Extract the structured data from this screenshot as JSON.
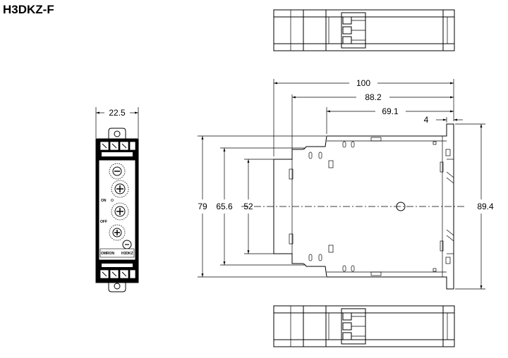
{
  "title": "H3DKZ-F",
  "dimensions": {
    "overall_depth": "100",
    "depth_88": "88.2",
    "depth_69": "69.1",
    "rail_offset": "4",
    "front_width": "22.5",
    "height_79": "79",
    "height_65": "65.6",
    "height_52": "52",
    "overall_height": "89.4"
  },
  "front_labels": {
    "on_label": "ON",
    "off_label": "OFF",
    "brand": "OMRON",
    "model": "H3DKZ"
  }
}
